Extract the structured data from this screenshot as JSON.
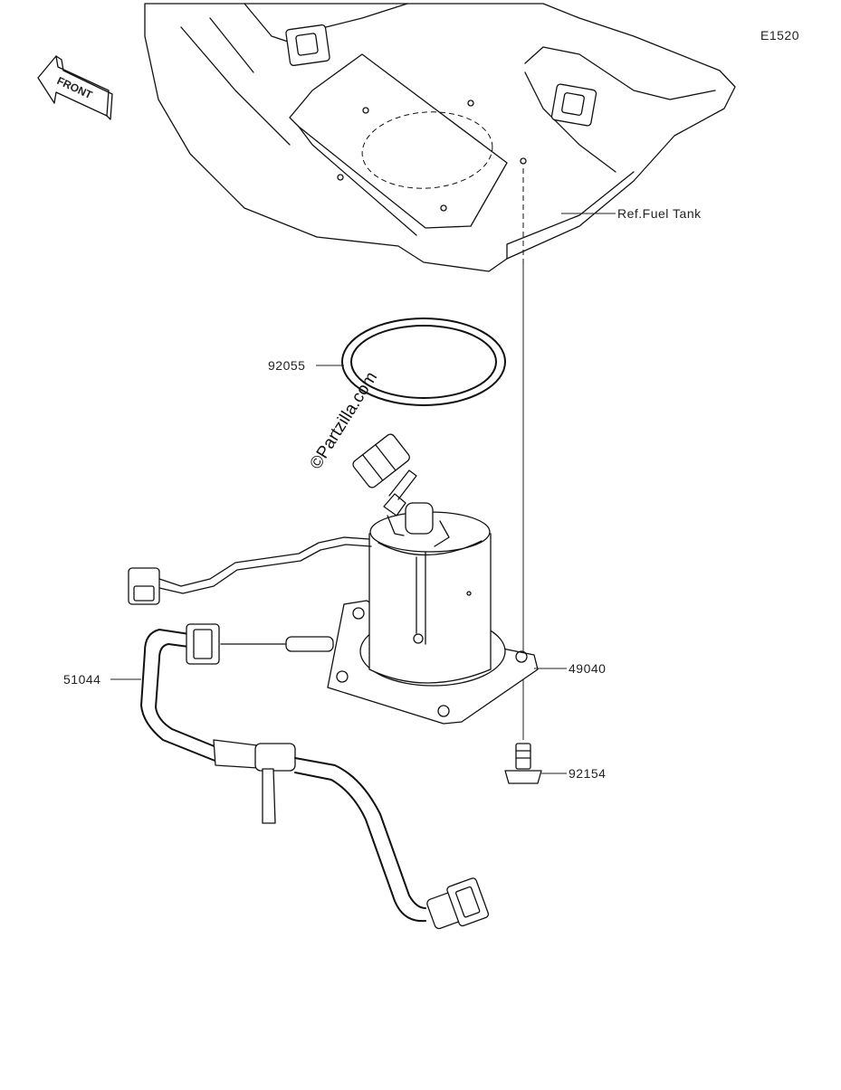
{
  "diagram": {
    "code": "E1520",
    "front_label": "FRONT",
    "watermark": "©Partzilla.com",
    "ref_label": "Ref.Fuel Tank",
    "callouts": [
      {
        "id": "92055",
        "label": "92055"
      },
      {
        "id": "49040",
        "label": "49040"
      },
      {
        "id": "51044",
        "label": "51044"
      },
      {
        "id": "92154",
        "label": "92154"
      }
    ]
  }
}
